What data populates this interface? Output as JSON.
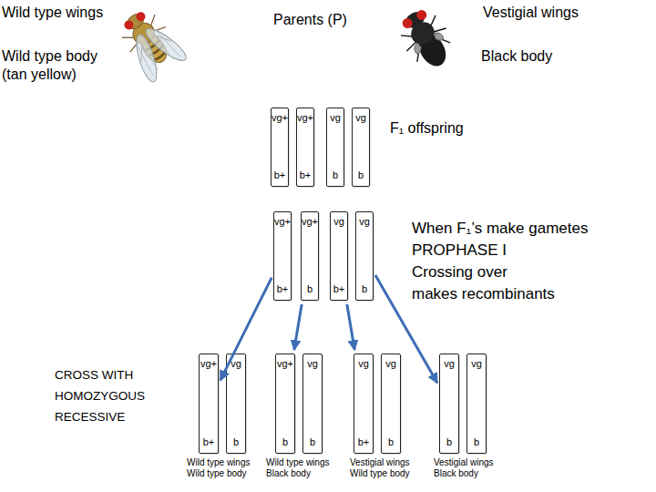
{
  "diagram": {
    "nodes": [
      {
        "text": [
          "vg+",
          "b+"
        ]
      },
      {
        "text": [
          "vg+",
          "b+"
        ]
      },
      {
        "text": [
          "vg",
          "b"
        ]
      },
      {
        "text": [
          "vg",
          "b"
        ]
      },
      {
        "text": [
          "vg+",
          "b+"
        ]
      },
      {
        "text": [
          "vg+",
          "b"
        ]
      },
      {
        "text": [
          "vg",
          "b+"
        ]
      },
      {
        "text": [
          "vg",
          "b"
        ]
      },
      {
        "text": [
          "vg+",
          "b+"
        ]
      },
      {
        "text": [
          "vg",
          "b"
        ]
      },
      {
        "text": [
          "vg+",
          "b"
        ]
      },
      {
        "text": [
          "vg",
          "b"
        ]
      },
      {
        "text": [
          "vg",
          "b+"
        ]
      },
      {
        "text": [
          "vg",
          "b"
        ]
      },
      {
        "text": [
          "vg",
          "b"
        ]
      },
      {
        "text": [
          "vg",
          "b"
        ]
      }
    ],
    "edges": [
      {
        "from": 4,
        "to": 8,
        "arrow": "to"
      },
      {
        "from": 5,
        "to": 10,
        "arrow": "to"
      },
      {
        "from": 6,
        "to": 12,
        "arrow": "to"
      },
      {
        "from": 7,
        "to": 14,
        "arrow": "to"
      }
    ],
    "labels": [
      "Wild type wings",
      "Wild type body (tan yellow)",
      "Parents (P)",
      "Vestigial wings",
      "Black body",
      "F₁ offspring",
      "When F₁’s make gametes",
      "PROPHASE I",
      "Crossing over",
      "makes recombinants",
      "CROSS WITH HOMOZYGOUS RECESSIVE",
      "Wild type wings Wild type body",
      "Wild type wings Black body",
      "Vestigial wings Wild type body",
      "Vestigial wings Black body"
    ]
  }
}
